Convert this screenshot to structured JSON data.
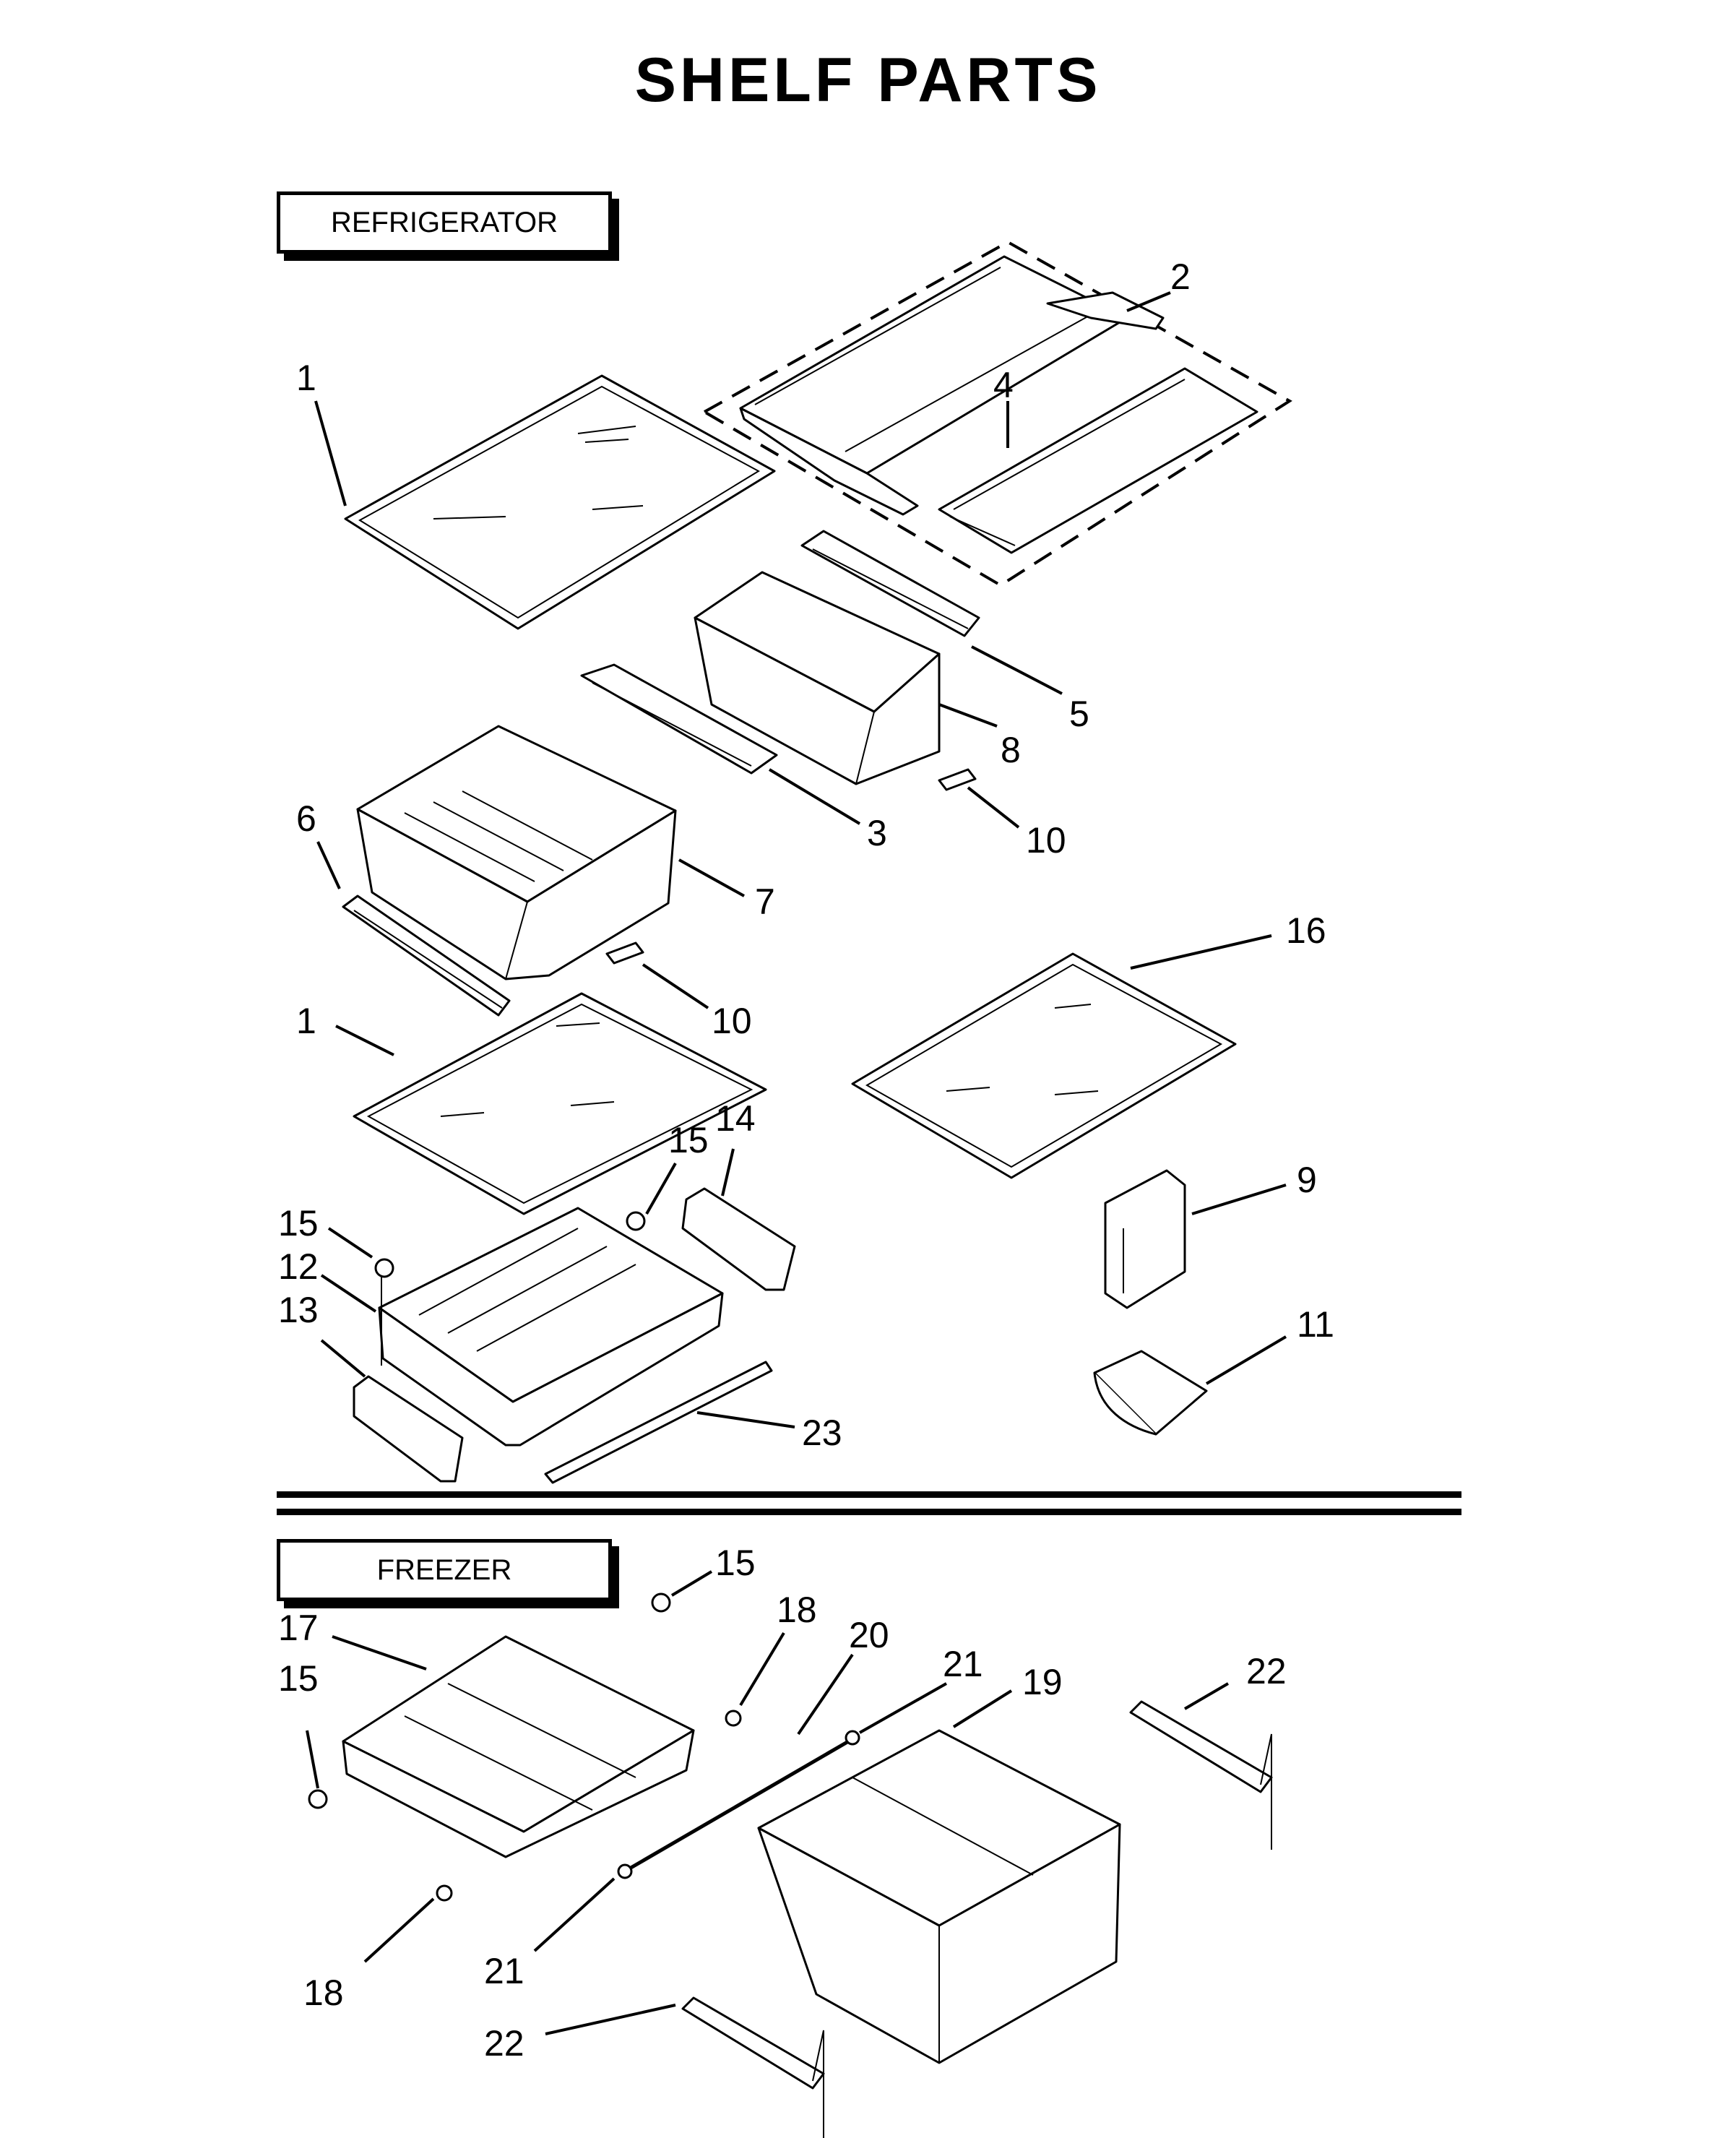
{
  "title": "SHELF PARTS",
  "sections": {
    "refrigerator": "REFRIGERATOR",
    "freezer": "FREEZER"
  },
  "callouts": {
    "r1a": "1",
    "r2": "2",
    "r4": "4",
    "r5": "5",
    "r8": "8",
    "r3": "3",
    "r10a": "10",
    "r6": "6",
    "r7": "7",
    "r10b": "10",
    "r16": "16",
    "r1b": "1",
    "r15a": "15",
    "r14": "14",
    "r15b": "15",
    "r12": "12",
    "r13": "13",
    "r9": "9",
    "r11": "11",
    "r23": "23",
    "f15a": "15",
    "f18a": "18",
    "f20": "20",
    "f21a": "21",
    "f19": "19",
    "f22a": "22",
    "f17": "17",
    "f15b": "15",
    "f18b": "18",
    "f21b": "21",
    "f22b": "22"
  }
}
